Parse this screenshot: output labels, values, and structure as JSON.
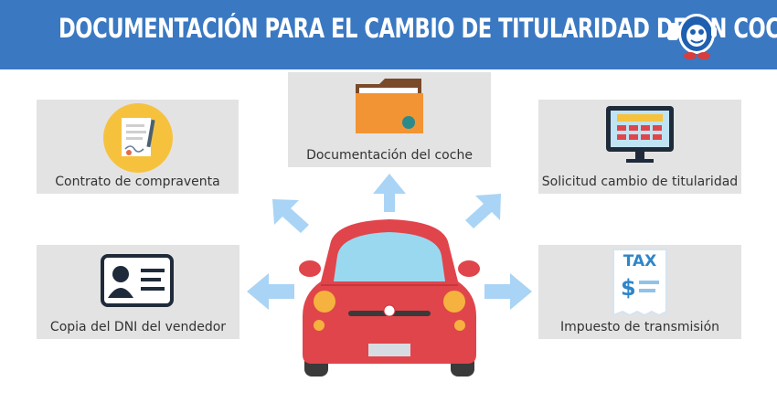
{
  "header": {
    "title": "DOCUMENTACIÓN PARA EL CAMBIO DE TITULARIDAD DE UN COCHE",
    "background": "#3a78c2",
    "mascot_icon": "thumbs-up-mascot-icon"
  },
  "cards": {
    "contrato": {
      "label": "Contrato de compraventa",
      "icon": "contract-document-icon"
    },
    "documentacion": {
      "label": "Documentación del coche",
      "icon": "folder-icon"
    },
    "solicitud": {
      "label": "Solicitud cambio de titularidad",
      "icon": "computer-monitor-form-icon"
    },
    "dni": {
      "label": "Copia del DNI del vendedor",
      "icon": "id-card-icon"
    },
    "impuesto": {
      "label": "Impuesto de transmisión",
      "icon": "tax-document-icon",
      "icon_text": "TAX"
    }
  },
  "colors": {
    "card_bg": "#e3e3e3",
    "car_red": "#e0454b",
    "arrow_blue": "#a9d4f5",
    "folder_orange": "#f29433"
  }
}
